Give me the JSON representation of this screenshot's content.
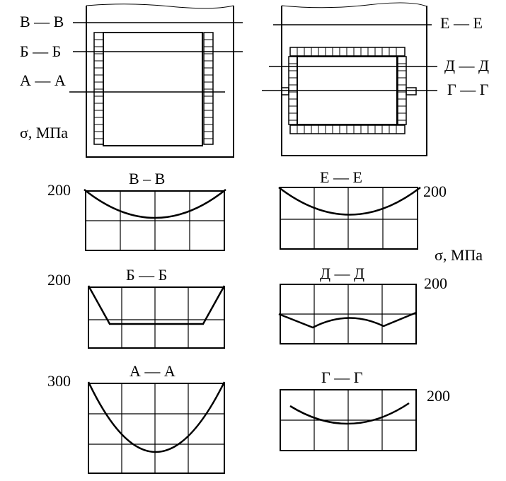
{
  "section_labels": {
    "left": [
      "В — В",
      "Б — Б",
      "А — А"
    ],
    "right": [
      "Е — Е",
      "Д — Д",
      "Г — Г"
    ]
  },
  "stress_label_top": "σ, МПа",
  "stress_label_right": "σ, МПа",
  "graphs": [
    {
      "id": "vv",
      "title": "В – В",
      "scale_value": "200"
    },
    {
      "id": "bb",
      "title": "Б — Б",
      "scale_value": "200"
    },
    {
      "id": "aa",
      "title": "А — А",
      "scale_value": "300"
    },
    {
      "id": "ee",
      "title": "Е — Е",
      "scale_value": "200"
    },
    {
      "id": "dd",
      "title": "Д — Д",
      "scale_value": "200"
    },
    {
      "id": "gg",
      "title": "Г — Г",
      "scale_value": "200"
    }
  ],
  "colors": {
    "ink": "#000000",
    "paper": "#ffffff"
  }
}
